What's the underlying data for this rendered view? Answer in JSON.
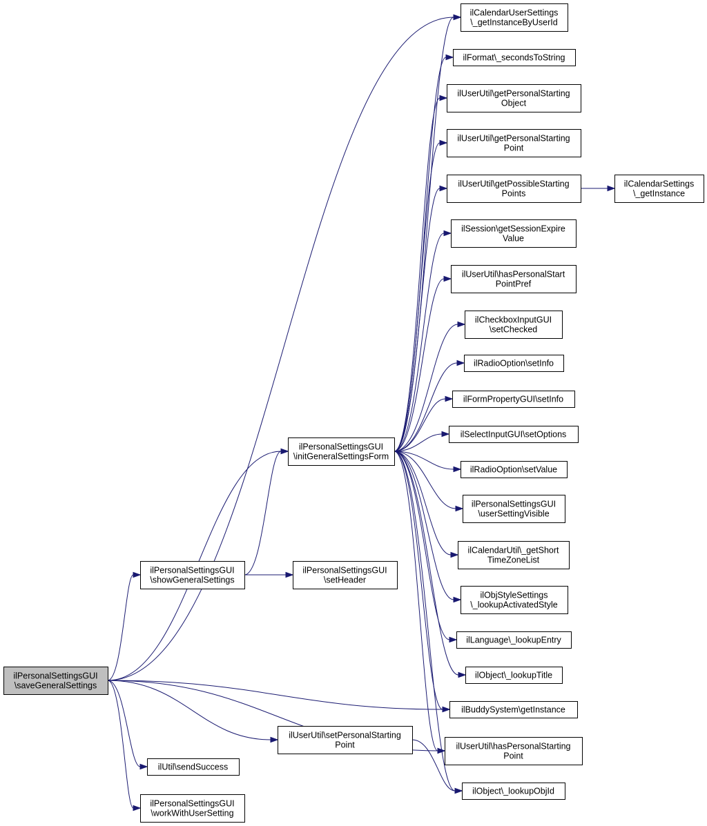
{
  "colors": {
    "edge": "#191970",
    "node_border": "#000000",
    "node_fill": "#ffffff",
    "root_fill": "#bfbfbf"
  },
  "nodes": [
    {
      "id": "save",
      "lines": [
        "ilPersonalSettingsGUI",
        "\\saveGeneralSettings"
      ],
      "root": true
    },
    {
      "id": "init",
      "lines": [
        "ilPersonalSettingsGUI",
        "\\initGeneralSettingsForm"
      ]
    },
    {
      "id": "show",
      "lines": [
        "ilPersonalSettingsGUI",
        "\\showGeneralSettings"
      ]
    },
    {
      "id": "setHeader",
      "lines": [
        "ilPersonalSettingsGUI",
        "\\setHeader"
      ]
    },
    {
      "id": "setPSP",
      "lines": [
        "ilUserUtil\\setPersonalStarting",
        "Point"
      ]
    },
    {
      "id": "sendSuccess",
      "lines": [
        "ilUtil\\sendSuccess"
      ]
    },
    {
      "id": "workWith",
      "lines": [
        "ilPersonalSettingsGUI",
        "\\workWithUserSetting"
      ]
    },
    {
      "id": "calUser",
      "lines": [
        "ilCalendarUserSettings",
        "\\_getInstanceByUserId"
      ]
    },
    {
      "id": "secToStr",
      "lines": [
        "ilFormat\\_secondsToString"
      ]
    },
    {
      "id": "getPSO",
      "lines": [
        "ilUserUtil\\getPersonalStarting",
        "Object"
      ]
    },
    {
      "id": "getPSPt",
      "lines": [
        "ilUserUtil\\getPersonalStarting",
        "Point"
      ]
    },
    {
      "id": "getPossible",
      "lines": [
        "ilUserUtil\\getPossibleStarting",
        "Points"
      ]
    },
    {
      "id": "calSettings",
      "lines": [
        "ilCalendarSettings",
        "\\_getInstance"
      ]
    },
    {
      "id": "sessExpire",
      "lines": [
        "ilSession\\getSessionExpire",
        "Value"
      ]
    },
    {
      "id": "hasPref",
      "lines": [
        "ilUserUtil\\hasPersonalStart",
        "PointPref"
      ]
    },
    {
      "id": "setChecked",
      "lines": [
        "ilCheckboxInputGUI",
        "\\setChecked"
      ]
    },
    {
      "id": "radioInfo",
      "lines": [
        "ilRadioOption\\setInfo"
      ]
    },
    {
      "id": "formInfo",
      "lines": [
        "ilFormPropertyGUI\\setInfo"
      ]
    },
    {
      "id": "setOptions",
      "lines": [
        "ilSelectInputGUI\\setOptions"
      ]
    },
    {
      "id": "radioValue",
      "lines": [
        "ilRadioOption\\setValue"
      ]
    },
    {
      "id": "userVisible",
      "lines": [
        "ilPersonalSettingsGUI",
        "\\userSettingVisible"
      ]
    },
    {
      "id": "tzList",
      "lines": [
        "ilCalendarUtil\\_getShort",
        "TimeZoneList"
      ]
    },
    {
      "id": "objStyle",
      "lines": [
        "ilObjStyleSettings",
        "\\_lookupActivatedStyle"
      ]
    },
    {
      "id": "langEntry",
      "lines": [
        "ilLanguage\\_lookupEntry"
      ]
    },
    {
      "id": "lookupTitle",
      "lines": [
        "ilObject\\_lookupTitle"
      ]
    },
    {
      "id": "buddy",
      "lines": [
        "ilBuddySystem\\getInstance"
      ]
    },
    {
      "id": "hasPSP",
      "lines": [
        "ilUserUtil\\hasPersonalStarting",
        "Point"
      ]
    },
    {
      "id": "lookupObjId",
      "lines": [
        "ilObject\\_lookupObjId"
      ]
    }
  ],
  "edges": [
    {
      "from": "save",
      "to": "calUser"
    },
    {
      "from": "save",
      "to": "init"
    },
    {
      "from": "save",
      "to": "show"
    },
    {
      "from": "save",
      "to": "buddy"
    },
    {
      "from": "save",
      "to": "hasPSP"
    },
    {
      "from": "save",
      "to": "setPSP"
    },
    {
      "from": "save",
      "to": "sendSuccess"
    },
    {
      "from": "save",
      "to": "workWith"
    },
    {
      "from": "show",
      "to": "init"
    },
    {
      "from": "show",
      "to": "setHeader"
    },
    {
      "from": "init",
      "to": "calUser"
    },
    {
      "from": "init",
      "to": "secToStr"
    },
    {
      "from": "init",
      "to": "getPSO"
    },
    {
      "from": "init",
      "to": "getPSPt"
    },
    {
      "from": "init",
      "to": "getPossible"
    },
    {
      "from": "init",
      "to": "sessExpire"
    },
    {
      "from": "init",
      "to": "hasPref"
    },
    {
      "from": "init",
      "to": "setChecked"
    },
    {
      "from": "init",
      "to": "radioInfo"
    },
    {
      "from": "init",
      "to": "formInfo"
    },
    {
      "from": "init",
      "to": "setOptions"
    },
    {
      "from": "init",
      "to": "radioValue"
    },
    {
      "from": "init",
      "to": "userVisible"
    },
    {
      "from": "init",
      "to": "tzList"
    },
    {
      "from": "init",
      "to": "objStyle"
    },
    {
      "from": "init",
      "to": "langEntry"
    },
    {
      "from": "init",
      "to": "lookupTitle"
    },
    {
      "from": "init",
      "to": "buddy"
    },
    {
      "from": "init",
      "to": "hasPSP"
    },
    {
      "from": "init",
      "to": "lookupObjId"
    },
    {
      "from": "getPossible",
      "to": "calSettings"
    },
    {
      "from": "setPSP",
      "to": "lookupObjId"
    }
  ]
}
